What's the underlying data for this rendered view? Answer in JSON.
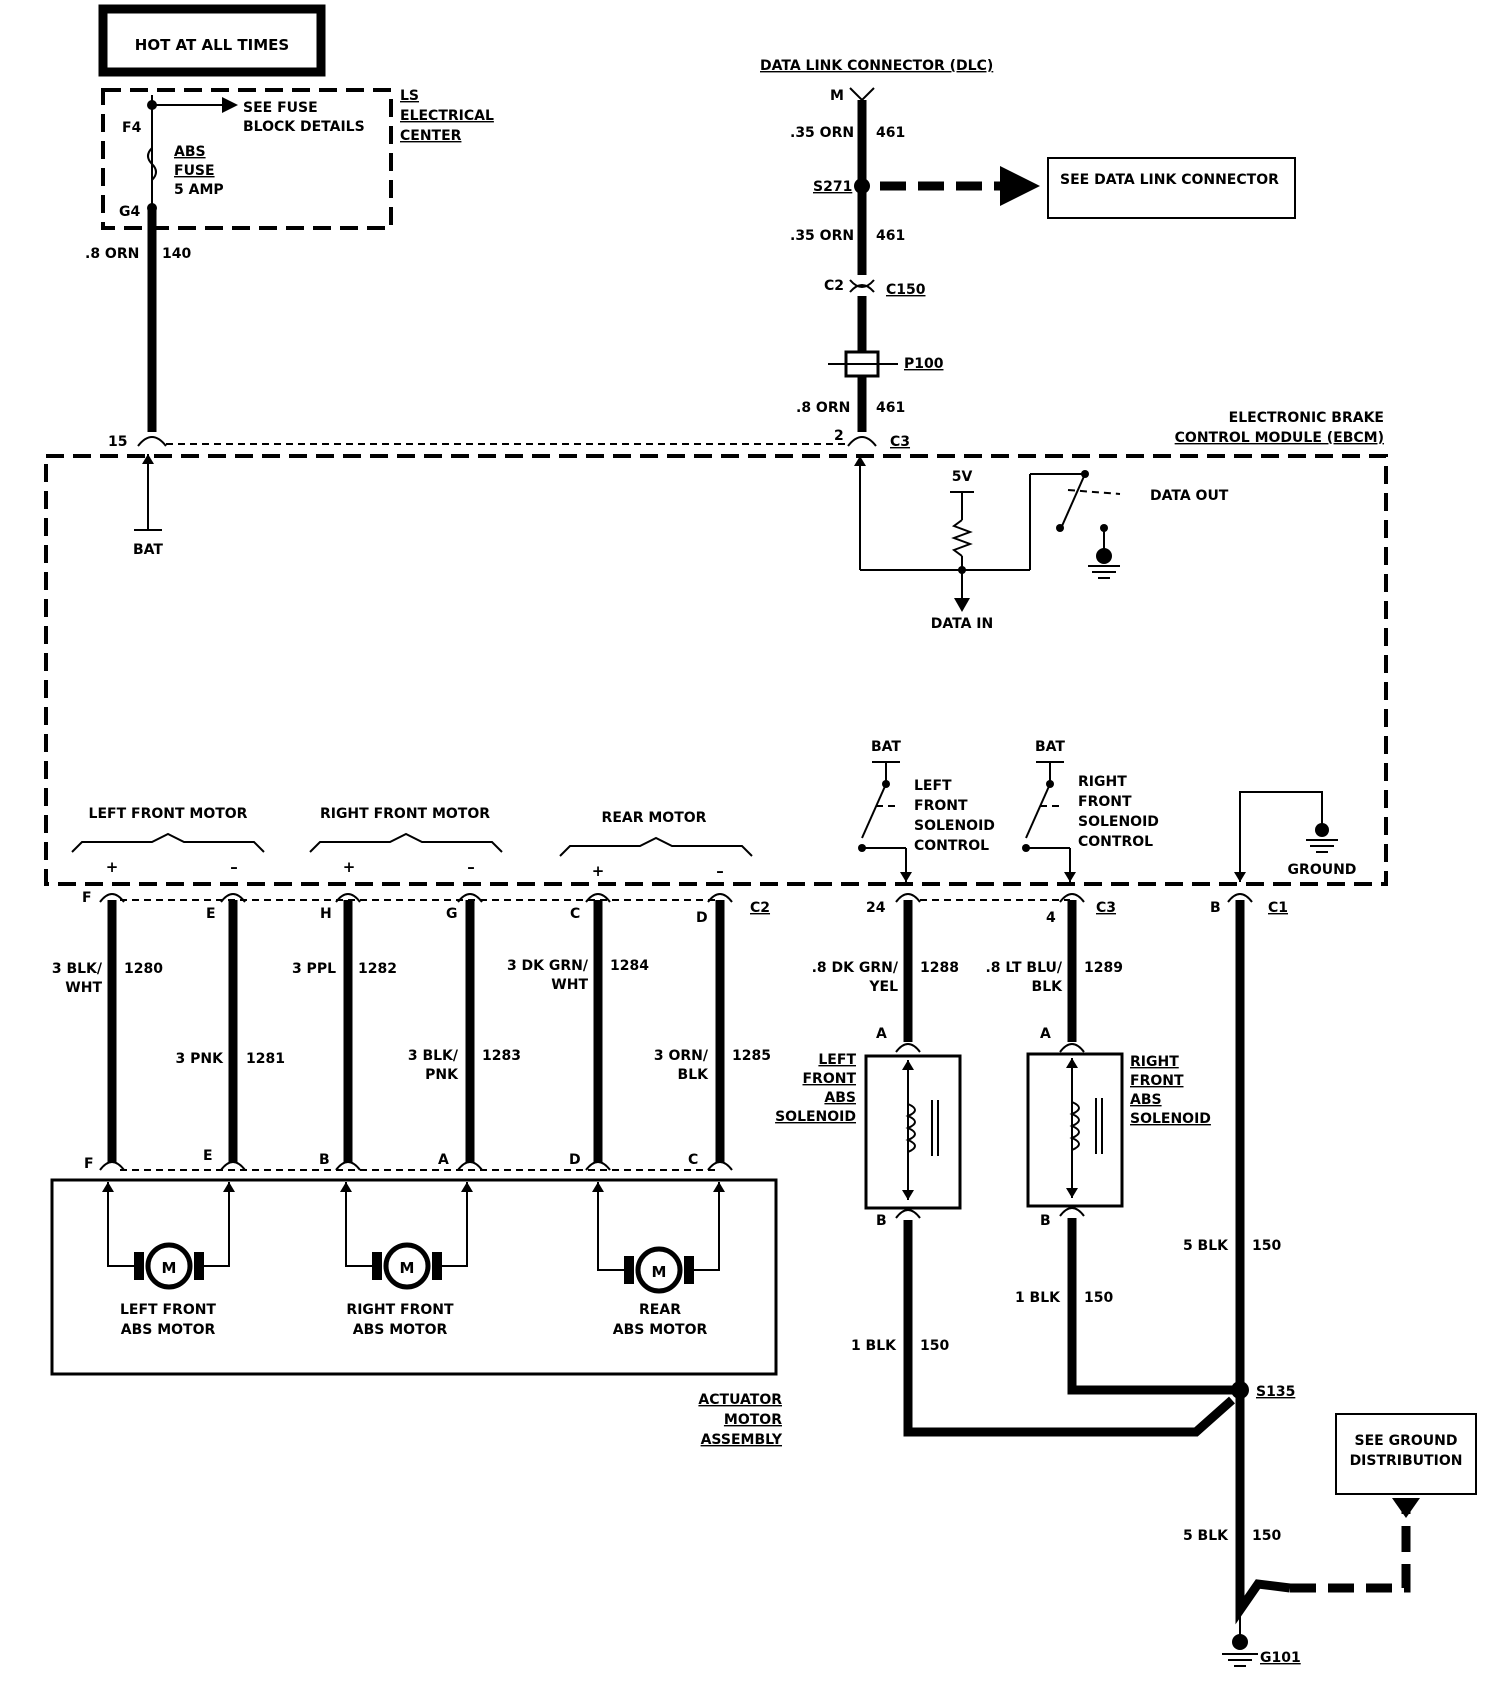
{
  "hot_label": "HOT AT ALL TIMES",
  "fuse_block": {
    "see_fuse": "SEE FUSE",
    "block_details": "BLOCK DETAILS",
    "center_l1": "LS",
    "center_l2": "ELECTRICAL",
    "center_l3": "CENTER",
    "pin_f4": "F4",
    "pin_g4": "G4",
    "fuse_l1": "ABS",
    "fuse_l2": "FUSE",
    "fuse_l3": "5 AMP"
  },
  "bat_wire": {
    "gauge": ".8 ORN",
    "circuit": "140",
    "pin": "15",
    "bat": "BAT"
  },
  "dlc": {
    "title": "DATA LINK CONNECTOR (DLC)",
    "pin_m": "M",
    "w1_gauge": ".35 ORN",
    "w1_circuit": "461",
    "splice": "S271",
    "see_dlc": "SEE DATA LINK CONNECTOR",
    "w2_gauge": ".35 ORN",
    "w2_circuit": "461",
    "c2": "C2",
    "c150": "C150",
    "p100": "P100",
    "w3_gauge": ".8 ORN",
    "w3_circuit": "461",
    "pin2": "2",
    "c3": "C3"
  },
  "ebcm": {
    "title_l1": "ELECTRONIC BRAKE",
    "title_l2": "CONTROL MODULE (EBCM)",
    "five_v": "5V",
    "data_out": "DATA OUT",
    "data_in": "DATA IN",
    "bat_l": "BAT",
    "bat_r": "BAT",
    "lf_sol_l1": "LEFT",
    "lf_sol_l2": "FRONT",
    "lf_sol_l3": "SOLENOID",
    "lf_sol_l4": "CONTROL",
    "rf_sol_l1": "RIGHT",
    "rf_sol_l2": "FRONT",
    "rf_sol_l3": "SOLENOID",
    "rf_sol_l4": "CONTROL",
    "ground": "GROUND",
    "lf_motor": "LEFT FRONT MOTOR",
    "rf_motor": "RIGHT FRONT MOTOR",
    "rear_motor": "REAR MOTOR",
    "plus": "+",
    "minus": "–"
  },
  "motor_wires": [
    {
      "top": "F",
      "gauge_l1": "3 BLK/",
      "gauge_l2": "WHT",
      "circuit": "1280",
      "bottom": "F"
    },
    {
      "top": "E",
      "gauge_l1": "3 PNK",
      "gauge_l2": "",
      "circuit": "1281",
      "bottom": "E"
    },
    {
      "top": "H",
      "gauge_l1": "3 PPL",
      "gauge_l2": "",
      "circuit": "1282",
      "bottom": "B"
    },
    {
      "top": "G",
      "gauge_l1": "3 BLK/",
      "gauge_l2": "PNK",
      "circuit": "1283",
      "bottom": "A"
    },
    {
      "top": "C",
      "gauge_l1": "3 DK GRN/",
      "gauge_l2": "WHT",
      "circuit": "1284",
      "bottom": "D"
    },
    {
      "top": "D",
      "gauge_l1": "3 ORN/",
      "gauge_l2": "BLK",
      "circuit": "1285",
      "bottom": "C"
    }
  ],
  "c2_label": "C2",
  "actuator": {
    "m": "M",
    "lf_l1": "LEFT FRONT",
    "lf_l2": "ABS MOTOR",
    "rf_l1": "RIGHT FRONT",
    "rf_l2": "ABS MOTOR",
    "rear_l1": "REAR",
    "rear_l2": "ABS MOTOR",
    "name_l1": "ACTUATOR",
    "name_l2": "MOTOR",
    "name_l3": "ASSEMBLY"
  },
  "solenoids": {
    "lf_pin": "24",
    "lf_gauge_l1": ".8 DK GRN/",
    "lf_gauge_l2": "YEL",
    "lf_circuit": "1288",
    "rf_pin": "4",
    "rf_gauge_l1": ".8 LT BLU/",
    "rf_gauge_l2": "BLK",
    "rf_circuit": "1289",
    "c3": "C3",
    "pin_a_l": "A",
    "pin_b_l": "B",
    "pin_a_r": "A",
    "pin_b_r": "B",
    "lf_name_l1": "LEFT",
    "lf_name_l2": "FRONT",
    "lf_name_l3": "ABS",
    "lf_name_l4": "SOLENOID",
    "rf_name_l1": "RIGHT",
    "rf_name_l2": "FRONT",
    "rf_name_l3": "ABS",
    "rf_name_l4": "SOLENOID",
    "lf_gnd_gauge": "1 BLK",
    "lf_gnd_circuit": "150",
    "rf_gnd_gauge": "1 BLK",
    "rf_gnd_circuit": "150"
  },
  "ground_circuit": {
    "pin_b": "B",
    "c1": "C1",
    "w1_gauge": "5 BLK",
    "w1_circuit": "150",
    "splice": "S135",
    "w2_gauge": "5 BLK",
    "w2_circuit": "150",
    "g101": "G101",
    "see_gnd_l1": "SEE GROUND",
    "see_gnd_l2": "DISTRIBUTION"
  }
}
